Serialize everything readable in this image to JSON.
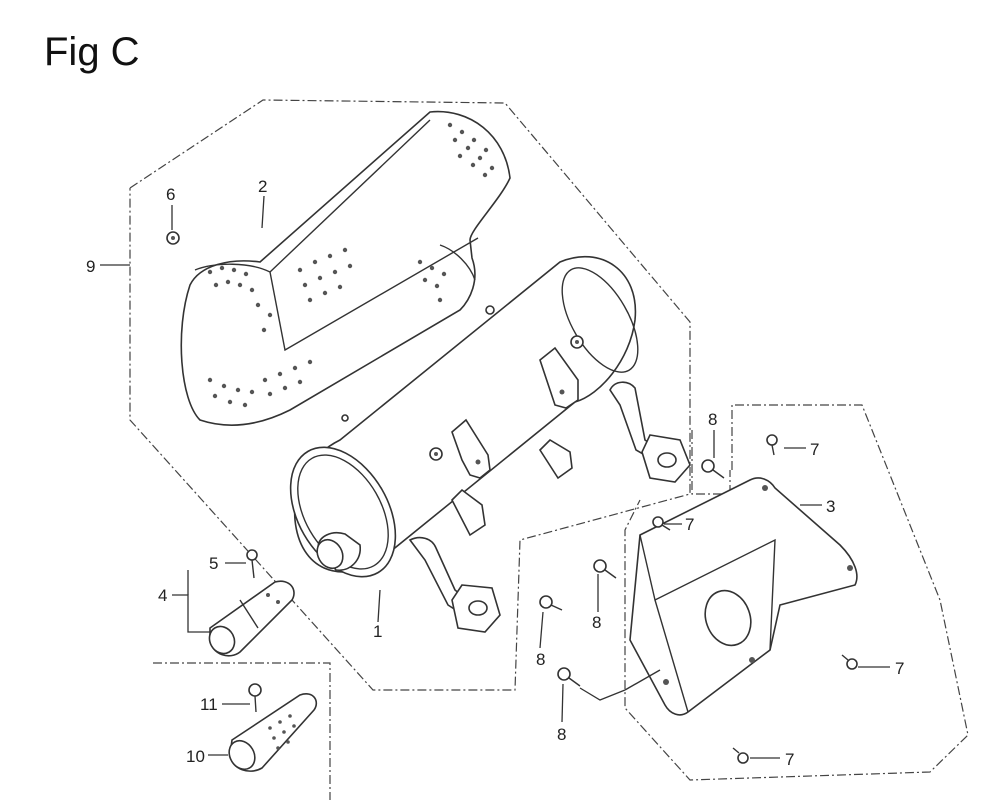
{
  "figure": {
    "title": "Fig C"
  },
  "callouts": [
    {
      "id": "c1",
      "text": "1"
    },
    {
      "id": "c2",
      "text": "2"
    },
    {
      "id": "c3",
      "text": "3"
    },
    {
      "id": "c4",
      "text": "4"
    },
    {
      "id": "c5",
      "text": "5"
    },
    {
      "id": "c6",
      "text": "6"
    },
    {
      "id": "c7a",
      "text": "7"
    },
    {
      "id": "c7b",
      "text": "7"
    },
    {
      "id": "c7c",
      "text": "7"
    },
    {
      "id": "c7d",
      "text": "7"
    },
    {
      "id": "c8a",
      "text": "8"
    },
    {
      "id": "c8b",
      "text": "8"
    },
    {
      "id": "c8c",
      "text": "8"
    },
    {
      "id": "c8d",
      "text": "8"
    },
    {
      "id": "c9",
      "text": "9"
    },
    {
      "id": "c10",
      "text": "10"
    },
    {
      "id": "c11",
      "text": "11"
    }
  ]
}
